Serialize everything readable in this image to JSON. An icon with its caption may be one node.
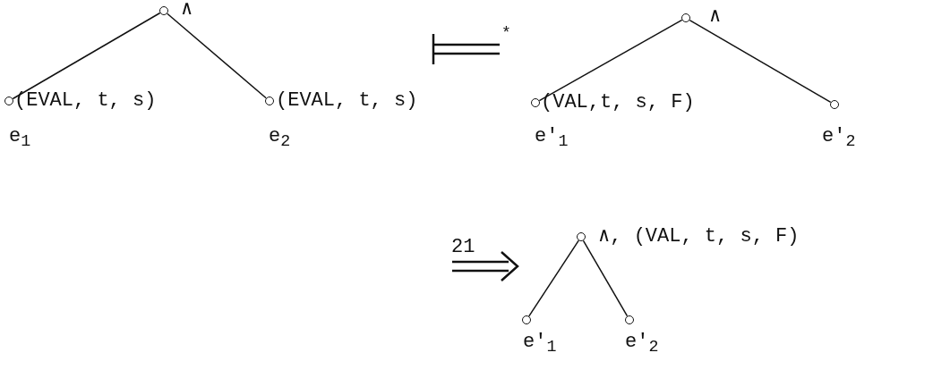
{
  "diagram": {
    "nodes": [
      {
        "text": [],
        "shape": "circle",
        "beside": [
          "∧"
        ]
      },
      {
        "text": [],
        "shape": "circle",
        "beside": [
          "(EVAL, t, s)",
          "e$_{1}$"
        ]
      },
      {
        "text": [],
        "shape": "circle",
        "beside": [
          "(EVAL, t, s)",
          "e$_{2}$"
        ]
      },
      {
        "text": [],
        "shape": "circle",
        "beside": [
          "∧"
        ]
      },
      {
        "text": [],
        "shape": "circle",
        "beside": [
          "(VAL,t, s, F)",
          "e′$_{1}$"
        ]
      },
      {
        "text": [],
        "shape": "circle",
        "beside": [
          "e′$_{2}$"
        ]
      },
      {
        "text": [],
        "shape": "circle",
        "beside": [
          "∧, (VAL, t, s, F)"
        ]
      },
      {
        "text": [],
        "shape": "circle",
        "beside": [
          "e′$_{1}$"
        ]
      },
      {
        "text": [],
        "shape": "circle",
        "beside": [
          "e′$_{2}$"
        ]
      }
    ],
    "edges": [
      {
        "from": 0,
        "to": 1,
        "arrow": "none"
      },
      {
        "from": 0,
        "to": 2,
        "arrow": "none"
      },
      {
        "from": 3,
        "to": 4,
        "arrow": "none"
      },
      {
        "from": 3,
        "to": 5,
        "arrow": "none"
      },
      {
        "from": 6,
        "to": 7,
        "arrow": "none"
      },
      {
        "from": 6,
        "to": 8,
        "arrow": "none"
      }
    ],
    "labels": [
      "*",
      "21"
    ]
  }
}
